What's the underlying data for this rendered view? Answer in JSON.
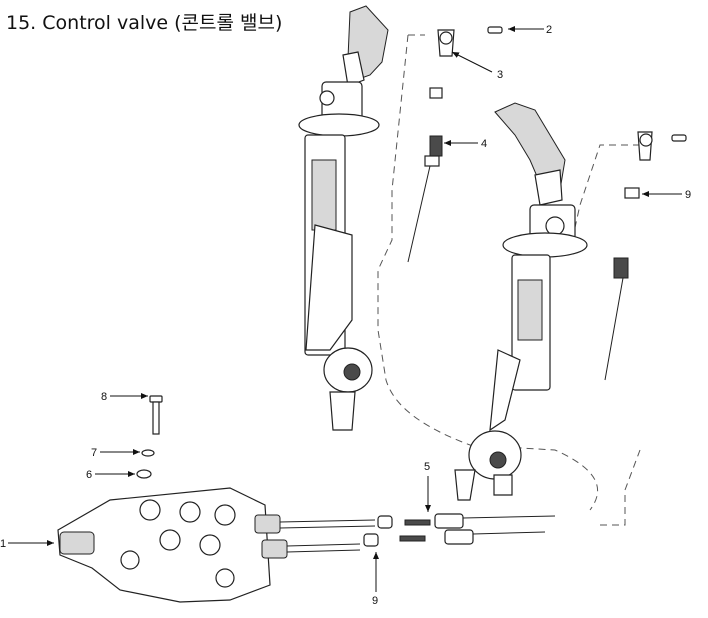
{
  "title": "15. Control valve (콘트롤 밸브)",
  "callouts": [
    {
      "id": "callout-1",
      "label": "1"
    },
    {
      "id": "callout-2",
      "label": "2"
    },
    {
      "id": "callout-3",
      "label": "3"
    },
    {
      "id": "callout-4",
      "label": "4"
    },
    {
      "id": "callout-5",
      "label": "5"
    },
    {
      "id": "callout-6",
      "label": "6"
    },
    {
      "id": "callout-7",
      "label": "7"
    },
    {
      "id": "callout-8",
      "label": "8"
    },
    {
      "id": "callout-9a",
      "label": "9"
    },
    {
      "id": "callout-9b",
      "label": "9"
    }
  ]
}
